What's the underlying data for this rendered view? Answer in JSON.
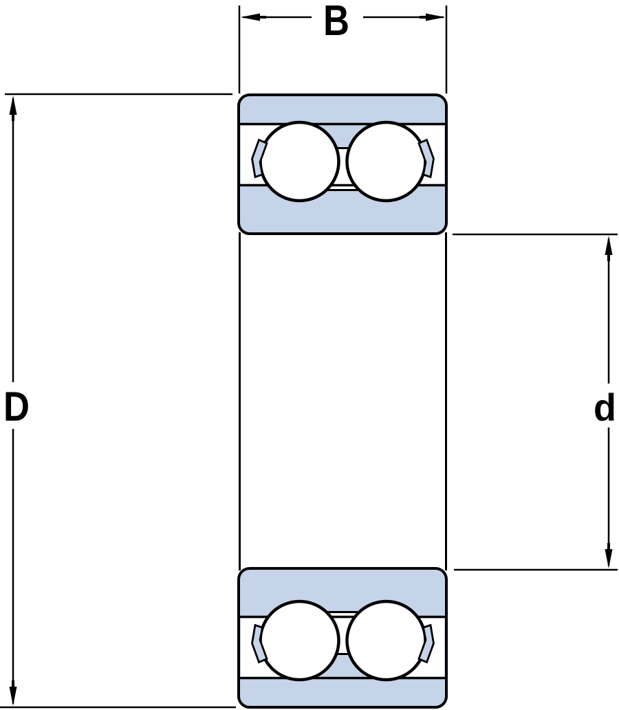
{
  "figure": {
    "kind": "bearing-cross-section-drawing",
    "subject": "double-row angular contact ball bearing, dimension drawing",
    "labels": {
      "width": "B",
      "outer_diameter": "D",
      "bore_diameter": "d"
    },
    "colors": {
      "section_fill": "#c6d4e9",
      "line": "#000000",
      "background": "#ffffff"
    }
  }
}
